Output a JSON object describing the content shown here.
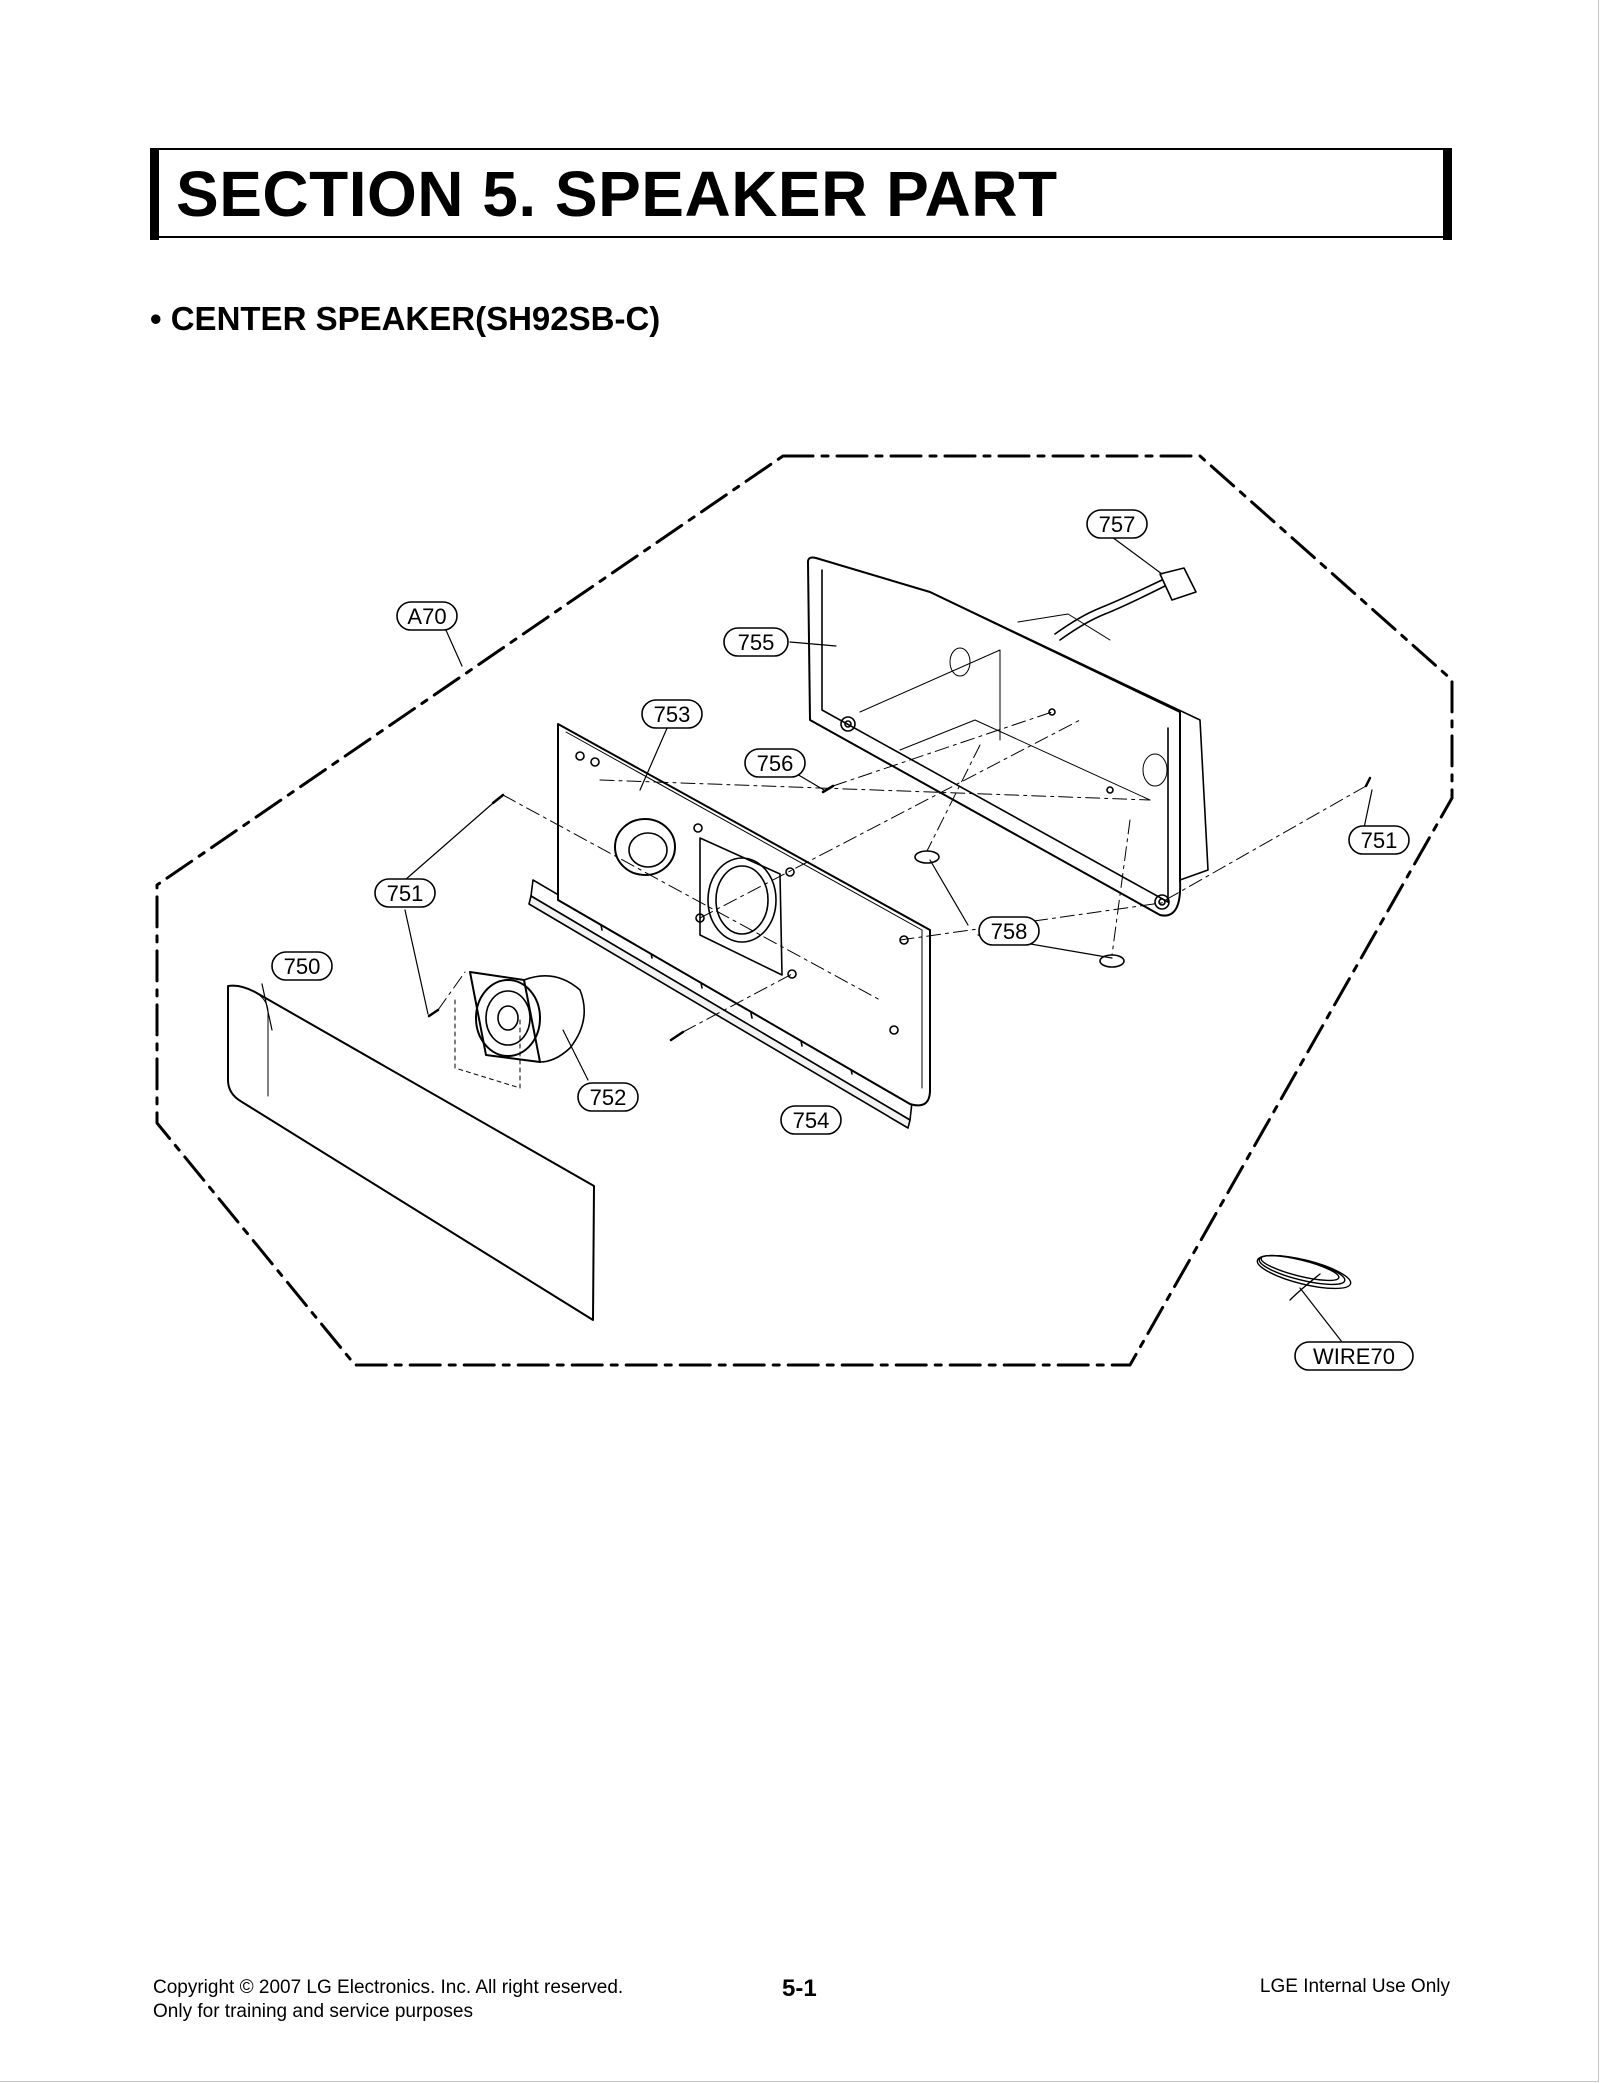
{
  "page": {
    "section_title": "SECTION 5. SPEAKER PART",
    "subtitle": "• CENTER SPEAKER(SH92SB-C)"
  },
  "diagram": {
    "labels": {
      "a70": "A70",
      "p750": "750",
      "p751_left": "751",
      "p751_right": "751",
      "p752": "752",
      "p753": "753",
      "p754": "754",
      "p755": "755",
      "p756": "756",
      "p757": "757",
      "p758": "758",
      "wire70": "WIRE70"
    }
  },
  "footer": {
    "copyright": "Copyright © 2007 LG Electronics. Inc. All right reserved.",
    "purpose": "Only for training and service purposes",
    "page_number": "5-1",
    "internal": "LGE Internal Use Only"
  }
}
